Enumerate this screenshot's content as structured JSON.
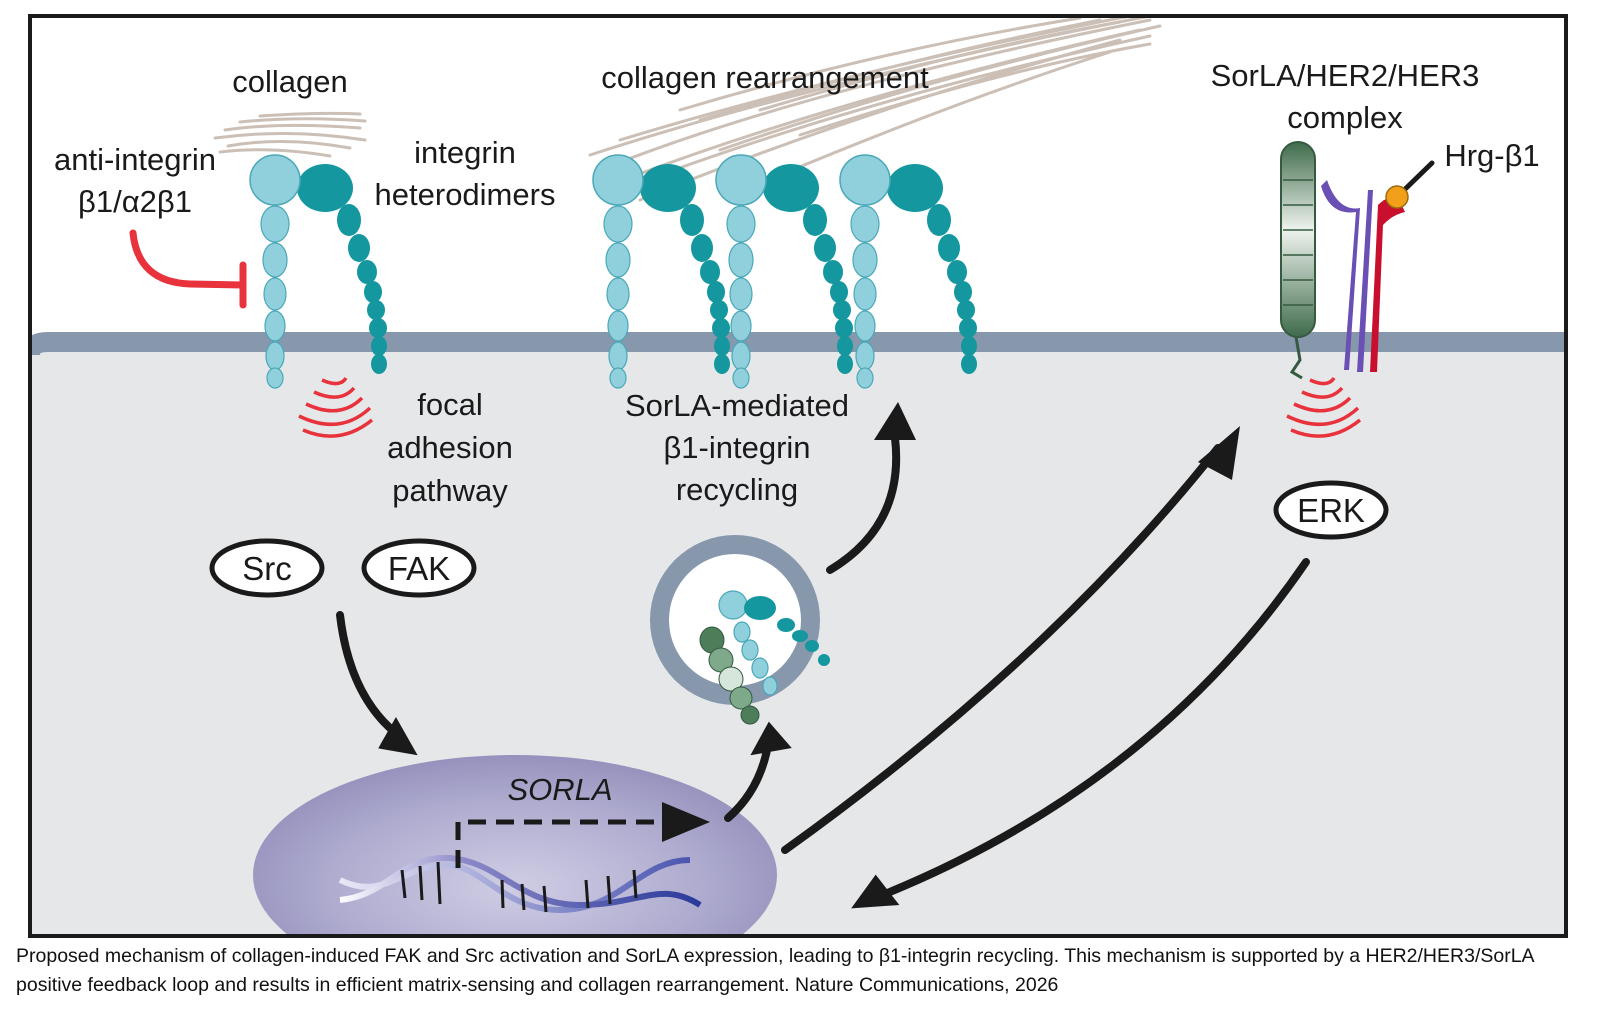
{
  "labels": {
    "collagen": "collagen",
    "collagen_rearrangement": "collagen rearrangement",
    "complex_line1": "SorLA/HER2/HER3",
    "complex_line2": "complex",
    "anti_integrin_line1": "anti-integrin",
    "anti_integrin_line2": "β1/α2β1",
    "integrin_line1": "integrin",
    "integrin_line2": "heterodimers",
    "hrg": "Hrg-β1",
    "focal_line1": "focal",
    "focal_line2": "adhesion",
    "focal_line3": "pathway",
    "recycling_line1": "SorLA-mediated",
    "recycling_line2": "β1-integrin",
    "recycling_line3": "recycling",
    "gene": "SORLA"
  },
  "nodes": {
    "src": "Src",
    "fak": "FAK",
    "erk": "ERK"
  },
  "caption": "Proposed mechanism of collagen-induced FAK and Src activation and SorLA expression, leading to β1-integrin recycling. This mechanism is supported by a HER2/HER3/SorLA positive feedback loop and results in efficient matrix-sensing and collagen rearrangement. Nature Communications, 2026",
  "colors": {
    "integrin_light": "#8fd0dc",
    "integrin_dark": "#14979f",
    "sorla_green": "#4e7d5a",
    "her2_purple": "#6a4fb5",
    "her3_red": "#c8102e",
    "hrg_orange": "#f2a019",
    "signal_red": "#e8323c",
    "membrane": "#8797ac",
    "cytoplasm": "#e6e7e9",
    "collagen": "#cbbfb6",
    "nucleus": "#a9a7c9"
  }
}
